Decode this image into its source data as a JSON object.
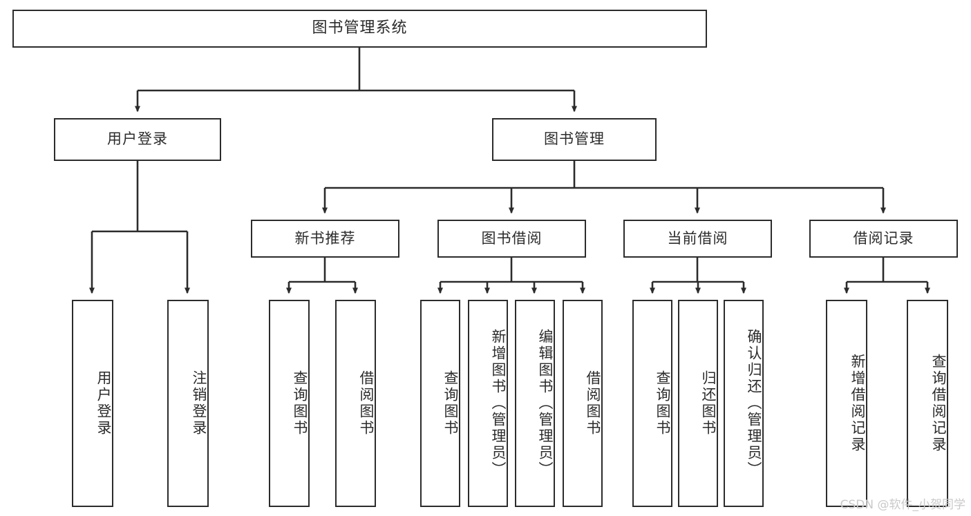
{
  "diagram": {
    "title": "图书管理系统",
    "type": "tree-hierarchy",
    "watermark": "CSDN @软件_小贺同学",
    "colors": {
      "stroke": "#2b2b2b",
      "fill": "#ffffff",
      "text": "#2b2b2b",
      "watermark": "#c9c9c9"
    },
    "nodes": {
      "root": {
        "label": "图书管理系统",
        "level": 1
      },
      "user_login": {
        "label": "用户登录",
        "level": 2
      },
      "book_manage": {
        "label": "图书管理",
        "level": 2
      },
      "new_book_rec": {
        "label": "新书推荐",
        "level": 3
      },
      "book_borrow": {
        "label": "图书借阅",
        "level": 3
      },
      "current_borrow": {
        "label": "当前借阅",
        "level": 3
      },
      "borrow_record": {
        "label": "借阅记录",
        "level": 3
      },
      "leaf_user_login": {
        "label": "用户登录",
        "level": 3
      },
      "leaf_user_logout": {
        "label": "注销登录",
        "level": 3
      },
      "leaf_query_book_1": {
        "label": "查询图书",
        "level": 4
      },
      "leaf_borrow_book_1": {
        "label": "借阅图书",
        "level": 4
      },
      "leaf_query_book_2": {
        "label": "查询图书",
        "level": 4
      },
      "leaf_add_book": {
        "label": "新增图书（管理员）",
        "level": 4
      },
      "leaf_edit_book": {
        "label": "编辑图书（管理员）",
        "level": 4
      },
      "leaf_borrow_book_2": {
        "label": "借阅图书",
        "level": 4
      },
      "leaf_query_book_3": {
        "label": "查询图书",
        "level": 4
      },
      "leaf_return_book": {
        "label": "归还图书",
        "level": 4
      },
      "leaf_confirm_return": {
        "label": "确认归还（管理员）",
        "level": 4
      },
      "leaf_add_record": {
        "label": "新增借阅记录",
        "level": 4
      },
      "leaf_query_record": {
        "label": "查询借阅记录",
        "level": 4
      }
    },
    "edges": [
      {
        "from": "root",
        "to": "user_login"
      },
      {
        "from": "root",
        "to": "book_manage"
      },
      {
        "from": "user_login",
        "to": "leaf_user_login"
      },
      {
        "from": "user_login",
        "to": "leaf_user_logout"
      },
      {
        "from": "book_manage",
        "to": "new_book_rec"
      },
      {
        "from": "book_manage",
        "to": "book_borrow"
      },
      {
        "from": "book_manage",
        "to": "current_borrow"
      },
      {
        "from": "book_manage",
        "to": "borrow_record"
      },
      {
        "from": "new_book_rec",
        "to": "leaf_query_book_1"
      },
      {
        "from": "new_book_rec",
        "to": "leaf_borrow_book_1"
      },
      {
        "from": "book_borrow",
        "to": "leaf_query_book_2"
      },
      {
        "from": "book_borrow",
        "to": "leaf_add_book"
      },
      {
        "from": "book_borrow",
        "to": "leaf_edit_book"
      },
      {
        "from": "book_borrow",
        "to": "leaf_borrow_book_2"
      },
      {
        "from": "current_borrow",
        "to": "leaf_query_book_3"
      },
      {
        "from": "current_borrow",
        "to": "leaf_return_book"
      },
      {
        "from": "current_borrow",
        "to": "leaf_confirm_return"
      },
      {
        "from": "borrow_record",
        "to": "leaf_add_record"
      },
      {
        "from": "borrow_record",
        "to": "leaf_query_record"
      }
    ]
  }
}
